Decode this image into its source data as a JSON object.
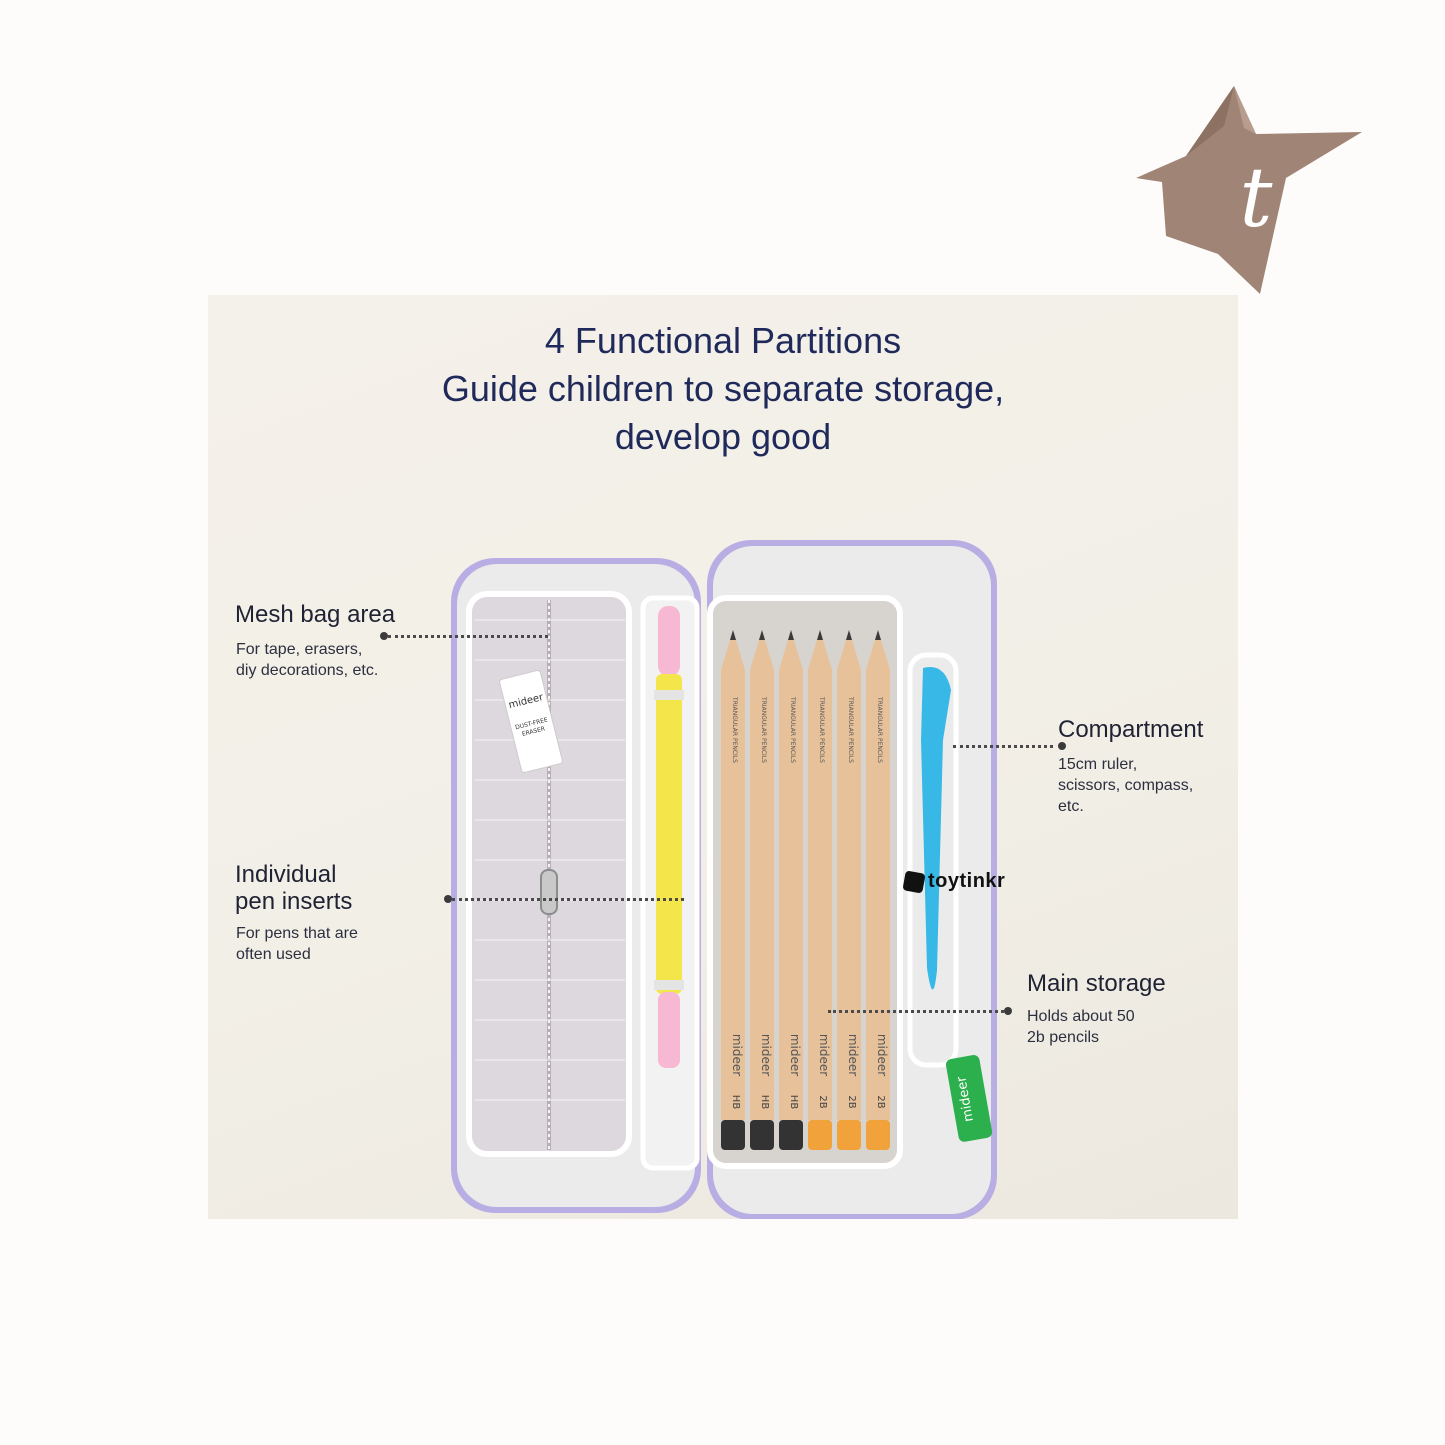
{
  "heading": {
    "line1": "4 Functional Partitions",
    "line2": "Guide children to separate storage,",
    "line3": "develop good"
  },
  "labels": {
    "mesh": {
      "title": "Mesh bag area",
      "desc1": "For tape, erasers,",
      "desc2": "diy decorations, etc."
    },
    "pen": {
      "title1": "Individual",
      "title2": "pen inserts",
      "desc1": "For pens that are",
      "desc2": "often used"
    },
    "compartment": {
      "title": "Compartment",
      "desc1": "15cm ruler,",
      "desc2": "scissors, compass,",
      "desc3": "etc."
    },
    "main": {
      "title": "Main storage",
      "desc1": "Holds about 50",
      "desc2": "2b pencils"
    }
  },
  "product": {
    "eraser_brand": "mideer",
    "eraser_line1": "DUST-FREE",
    "eraser_line2": "ERASER",
    "pencil_brand": "mideer",
    "pencil_text": "TRIANGULAR PENCILS",
    "pencil_grades": [
      "HB",
      "HB",
      "HB",
      "2B",
      "2B",
      "2B"
    ],
    "tag_brand": "mideer"
  },
  "watermark": {
    "text": "toytinkr"
  },
  "colors": {
    "logo": "#a08576",
    "heading": "#1f2a5a",
    "case_trim": "#b9aee3",
    "pencil_wood": "#e6c19a",
    "pencil_cap_dark": "#333333",
    "pencil_cap_orange": "#f2a23a",
    "ruler": "#37b8e6",
    "pen_yellow": "#f4e64a",
    "pen_pink": "#f6b8d2",
    "tag_green": "#2bb04d"
  }
}
